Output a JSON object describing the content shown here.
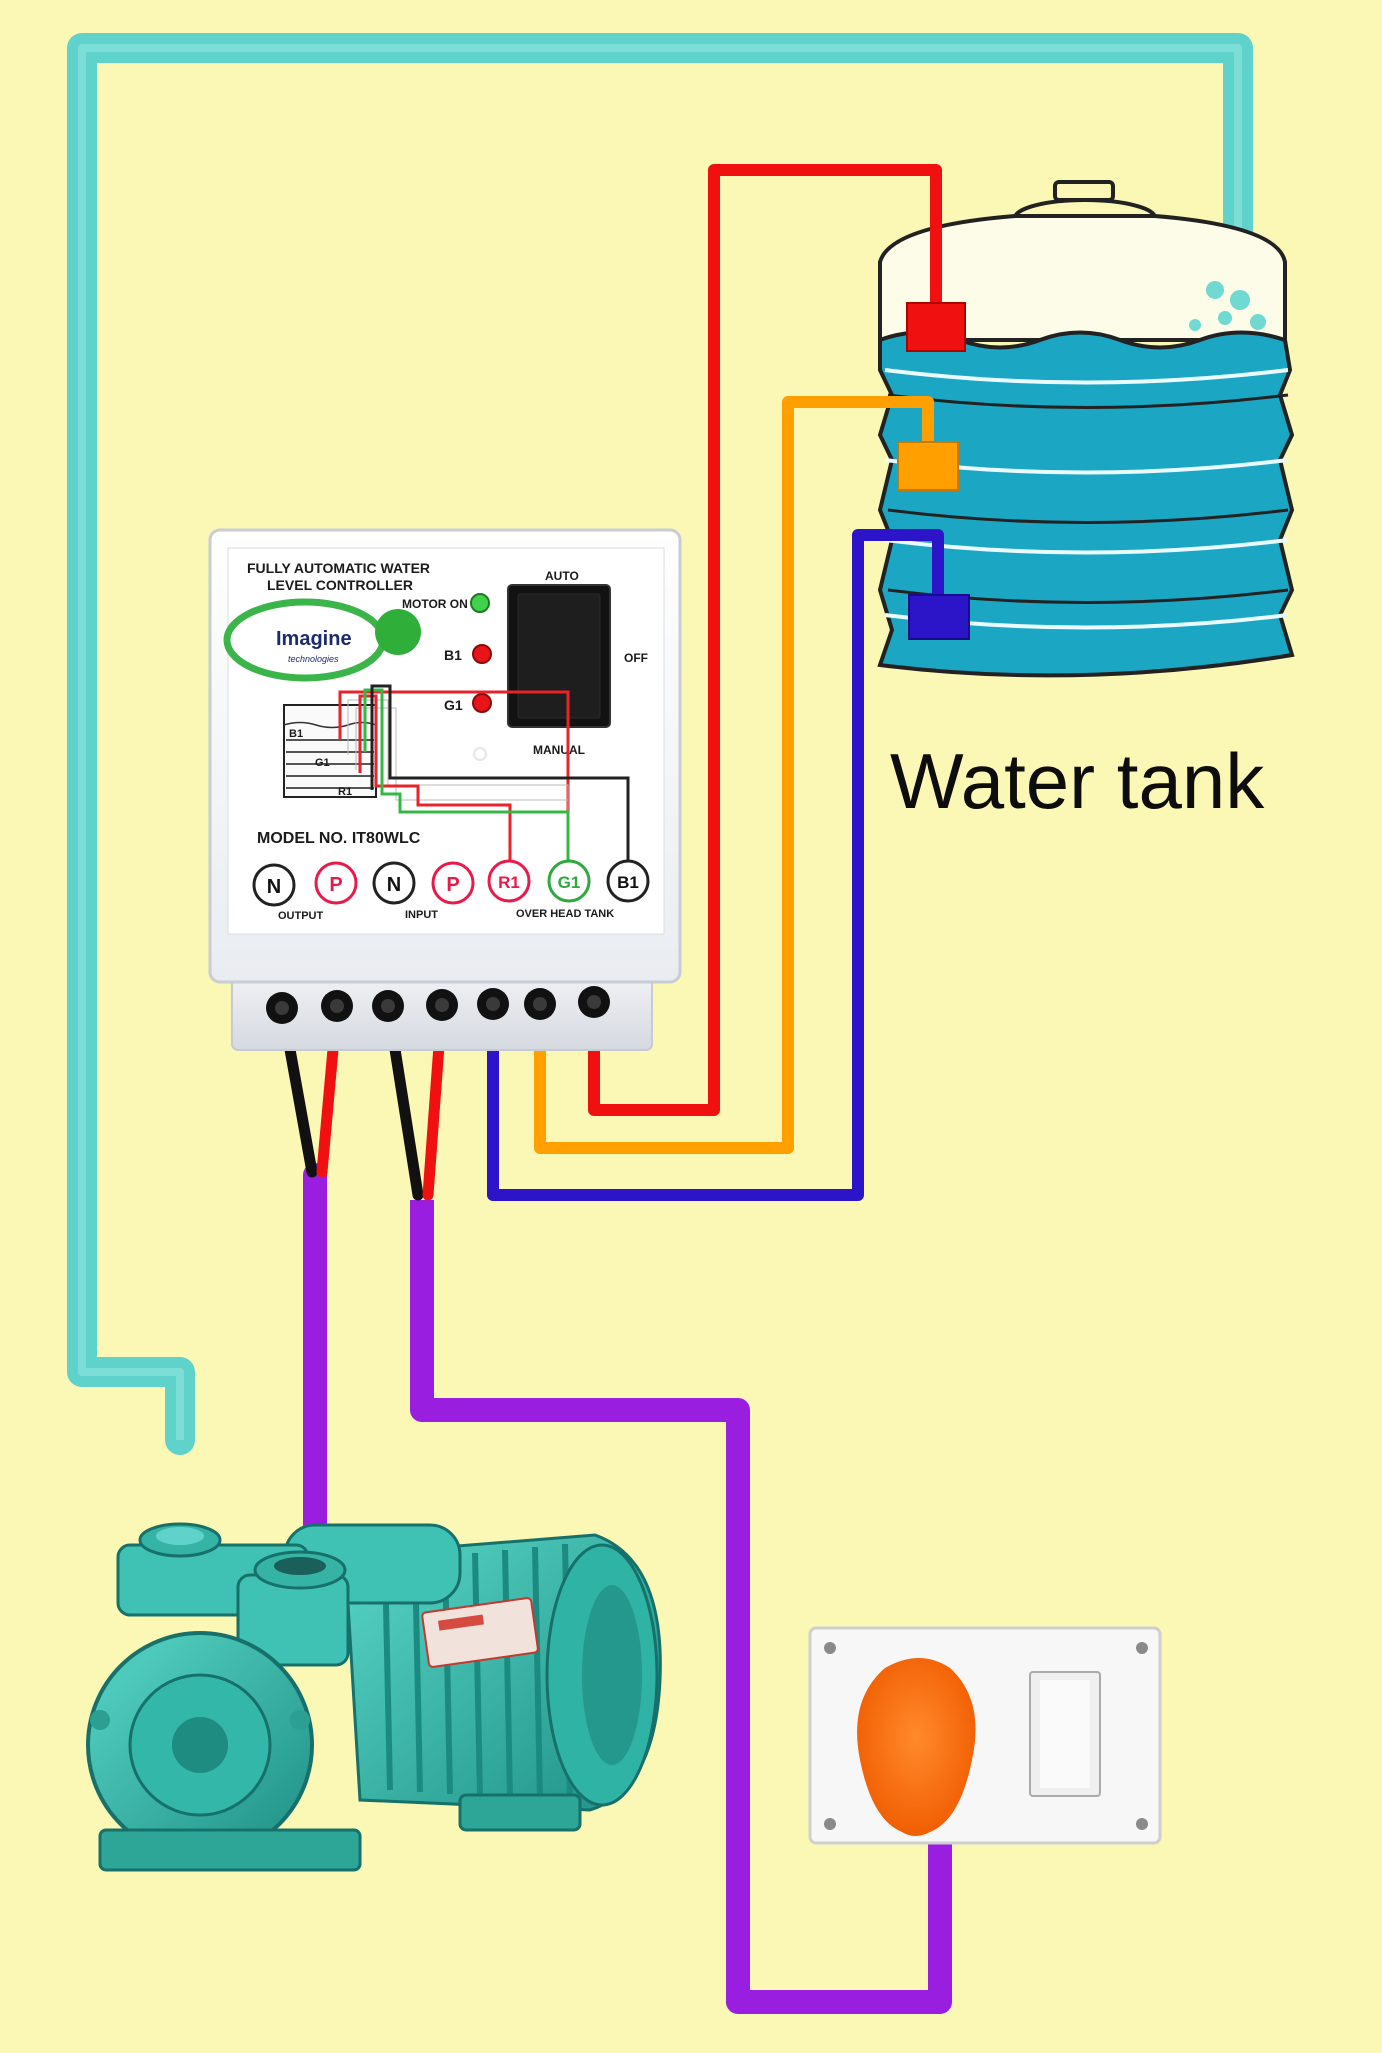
{
  "title": "Water tank",
  "controller": {
    "heading_line1": "FULLY AUTOMATIC WATER",
    "heading_line2": "LEVEL CONTROLLER",
    "brand": "Imagine",
    "brand_sub": "technologies",
    "motor_on_label": "MOTOR ON",
    "b1_label": "B1",
    "g1_label": "G1",
    "switch_top_label": "AUTO",
    "switch_right_label": "OFF",
    "switch_bottom_label": "MANUAL",
    "model": "MODEL NO. IT80WLC",
    "terminals": [
      "N",
      "P",
      "N",
      "P",
      "R1",
      "G1",
      "B1"
    ],
    "group_output": "OUTPUT",
    "group_input": "INPUT",
    "group_overhead": "OVER HEAD TANK",
    "mini_tank_labels": [
      "R1",
      "G1",
      "B1"
    ]
  },
  "colors": {
    "background": "#FAF8B4",
    "pipe": "#5FD3CB",
    "power_wire": "#9A1EE0",
    "wire_red": "#F01010",
    "wire_orange": "#FFA000",
    "wire_blue": "#2C14C8",
    "wire_black": "#111111",
    "tank_water": "#1BA6C4",
    "pump": "#33B7A9",
    "plug": "#FF6A10"
  },
  "icons": {
    "motor_led": "green-led-icon",
    "b1_led": "red-led-icon",
    "g1_led": "red-led-icon",
    "pump": "water-pump-icon",
    "socket": "wall-socket-icon",
    "tank": "water-tank-icon"
  }
}
